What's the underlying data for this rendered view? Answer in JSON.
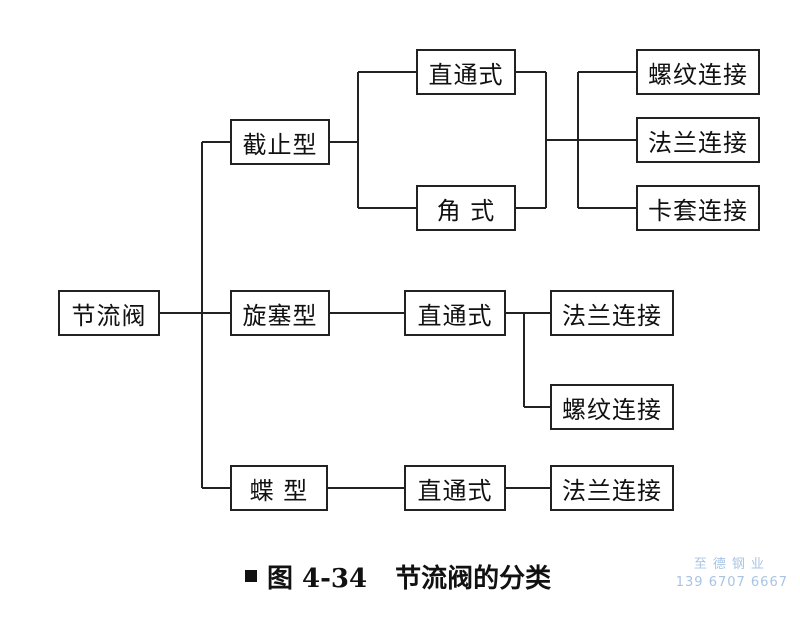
{
  "nodes": {
    "root": "节流阀",
    "jiezhi": "截止型",
    "xuansai": "旋塞型",
    "die": "蝶 型",
    "jz_zhitong": "直通式",
    "jz_jiao": "角 式",
    "jz_luowen": "螺纹连接",
    "jz_falan": "法兰连接",
    "jz_katao": "卡套连接",
    "xs_zhitong": "直通式",
    "xs_falan": "法兰连接",
    "xs_luowen": "螺纹连接",
    "d_zhitong": "直通式",
    "d_falan": "法兰连接"
  },
  "caption": {
    "figure_number": "图 4-34",
    "title": "节流阀的分类"
  },
  "watermark": {
    "name": "至德钢业",
    "phone": "139 6707 6667"
  },
  "colors": {
    "line": "#222222",
    "watermark": "#a8c4e4"
  }
}
